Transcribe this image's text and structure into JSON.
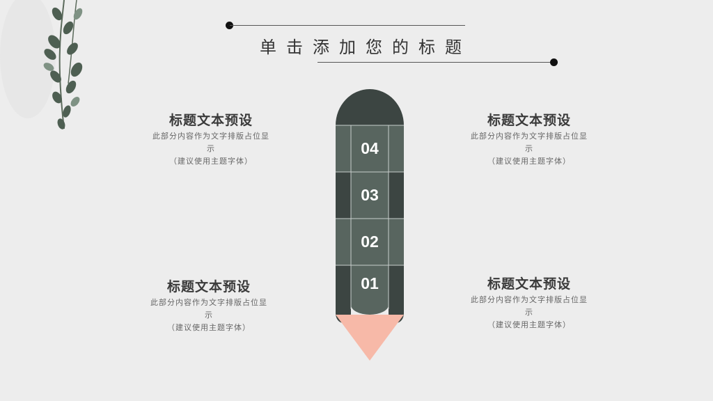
{
  "title": "单击添加您的标题",
  "blocks": {
    "top_left": {
      "heading": "标题文本预设",
      "desc": "此部分内容作为文字排版占位显示",
      "note": "（建议使用主题字体）"
    },
    "top_right": {
      "heading": "标题文本预设",
      "desc": "此部分内容作为文字排版占位显示",
      "note": "（建议使用主题字体）"
    },
    "bottom_left": {
      "heading": "标题文本预设",
      "desc": "此部分内容作为文字排版占位显示",
      "note": "（建议使用主题字体）"
    },
    "bottom_right": {
      "heading": "标题文本预设",
      "desc": "此部分内容作为文字排版占位显示",
      "note": "（建议使用主题字体）"
    }
  },
  "pencil": {
    "segments": [
      "04",
      "03",
      "02",
      "01"
    ],
    "colors": {
      "dark": "#3c4542",
      "mid": "#58655f",
      "tip": "#f7b9a8",
      "accent_lines": "#c9cfcc"
    }
  },
  "decorations": {
    "plant": "eucalyptus-branch-icon"
  }
}
